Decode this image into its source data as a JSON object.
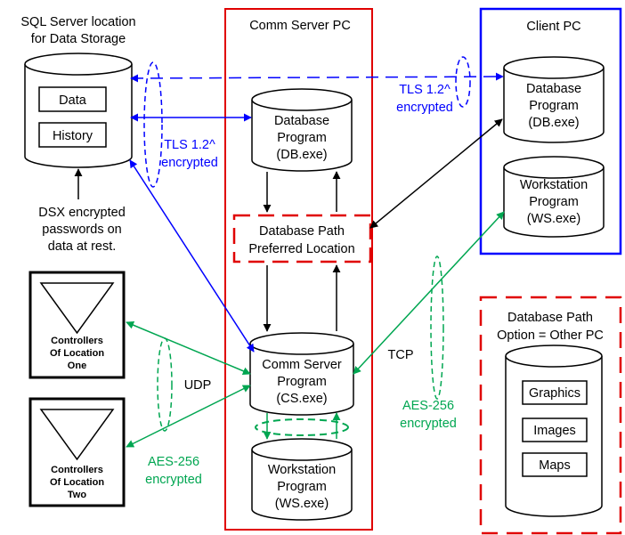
{
  "labels": {
    "sql_title_1": "SQL Server location",
    "sql_title_2": "for Data Storage",
    "data_box": "Data",
    "history_box": "History",
    "dsx_note_1": "DSX encrypted",
    "dsx_note_2": "passwords on",
    "dsx_note_3": "data at rest.",
    "comm_server_pc": "Comm Server PC",
    "client_pc": "Client PC",
    "cs_db_1": "Database",
    "cs_db_2": "Program",
    "cs_db_3": "(DB.exe)",
    "path_1": "Database Path",
    "path_2": "Preferred Location",
    "cs_prog_1": "Comm Server",
    "cs_prog_2": "Program",
    "cs_prog_3": "(CS.exe)",
    "cs_ws_1": "Workstation",
    "cs_ws_2": "Program",
    "cs_ws_3": "(WS.exe)",
    "cl_db_1": "Database",
    "cl_db_2": "Program",
    "cl_db_3": "(DB.exe)",
    "cl_ws_1": "Workstation",
    "cl_ws_2": "Program",
    "cl_ws_3": "(WS.exe)",
    "tls_left_1": "TLS 1.2^",
    "tls_left_2": "encrypted",
    "tls_right_1": "TLS 1.2^",
    "tls_right_2": "encrypted",
    "ctrl1_1": "Controllers",
    "ctrl1_2": "Of Location",
    "ctrl1_3": "One",
    "ctrl2_1": "Controllers",
    "ctrl2_2": "Of Location",
    "ctrl2_3": "Two",
    "udp": "UDP",
    "aes_left_1": "AES-256",
    "aes_left_2": "encrypted",
    "tcp": "TCP",
    "aes_right_1": "AES-256",
    "aes_right_2": "encrypted",
    "opt_1": "Database Path",
    "opt_2": "Option = Other PC",
    "graphics": "Graphics",
    "images": "Images",
    "maps": "Maps"
  },
  "colors": {
    "red": "#e00000",
    "blue": "#0000ff",
    "green": "#00a651",
    "black": "#000000"
  }
}
